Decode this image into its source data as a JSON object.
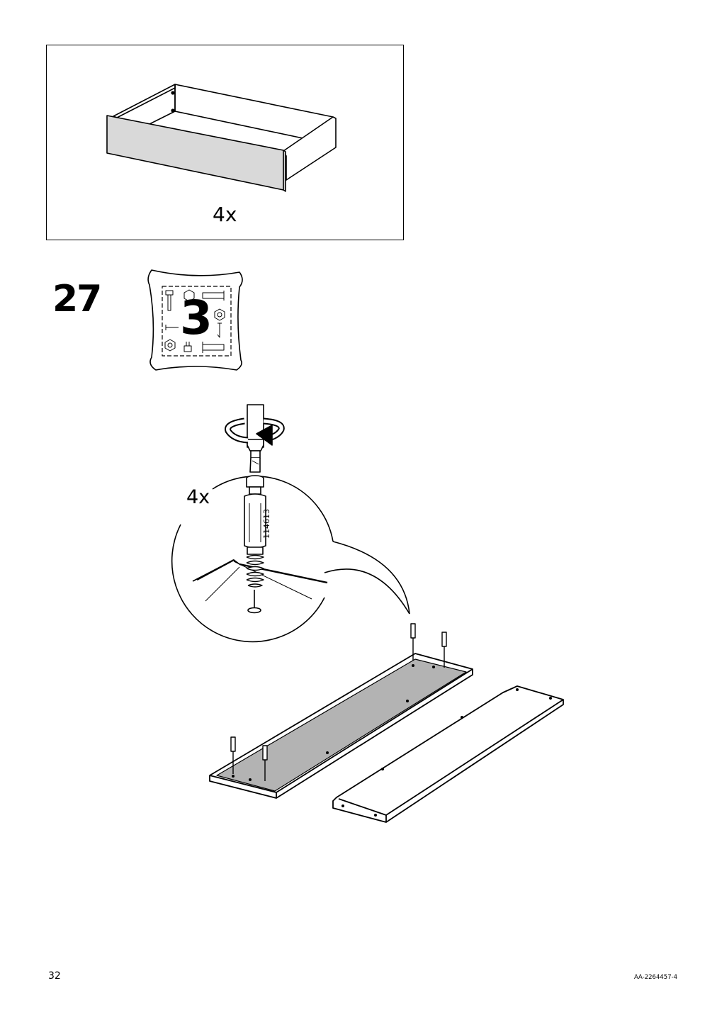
{
  "top_panel": {
    "quantity_label": "4x"
  },
  "step": {
    "number": "27",
    "bag_number": "3"
  },
  "detail": {
    "quantity_label": "4x",
    "part_number": "114613"
  },
  "footer": {
    "page_number": "32",
    "document_code": "AA-2264457-4"
  },
  "icons": [
    "drawer-illustration",
    "hardware-bag-icon",
    "screwdriver-rotate-icon",
    "cam-dowel-icon",
    "board-with-dowels",
    "side-panel-board"
  ],
  "colors": {
    "line": "#000000",
    "panel_gray": "#d9d9d9",
    "board_gray": "#b3b3b3"
  }
}
